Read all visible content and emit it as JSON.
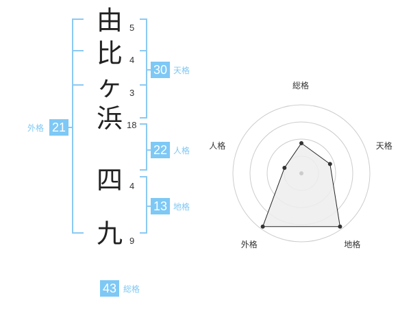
{
  "name": {
    "chars": [
      {
        "char": "由",
        "strokes": "5"
      },
      {
        "char": "比",
        "strokes": "4"
      },
      {
        "char": "ヶ",
        "strokes": "3"
      },
      {
        "char": "浜",
        "strokes": "18"
      },
      {
        "char": "四",
        "strokes": "4"
      },
      {
        "char": "九",
        "strokes": "9"
      }
    ]
  },
  "kakusu": {
    "tenkaku": {
      "value": "30",
      "label": "天格"
    },
    "jinkaku": {
      "value": "22",
      "label": "人格"
    },
    "chikaku": {
      "value": "13",
      "label": "地格"
    },
    "gaikaku": {
      "value": "21",
      "label": "外格"
    },
    "soukaku": {
      "value": "43",
      "label": "総格"
    }
  },
  "colors": {
    "accent": "#7ec8f5",
    "bracket": "#8bc9f2",
    "text": "#222222",
    "radar_fill": "#ededed",
    "radar_ring": "#cccccc"
  },
  "chart_data": {
    "type": "radar",
    "axes": [
      "総格",
      "天格",
      "地格",
      "外格",
      "人格"
    ],
    "scale": [
      0,
      5
    ],
    "rings": 4,
    "values": [
      2.2,
      2.2,
      4.8,
      4.8,
      1.3
    ]
  }
}
